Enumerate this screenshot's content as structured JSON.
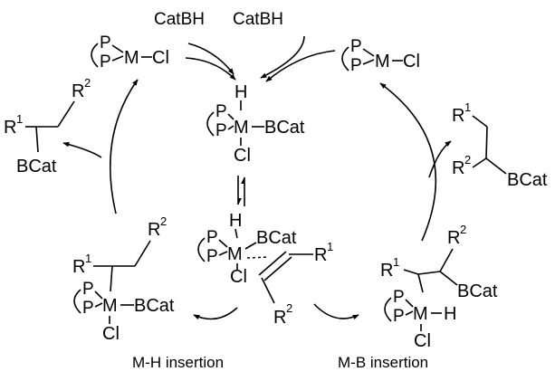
{
  "reagents": {
    "left": "CatBH",
    "right": "CatBH"
  },
  "atoms": {
    "P": "P",
    "M": "M",
    "H": "H",
    "Cl": "Cl",
    "BCat": "BCat",
    "R": "R",
    "one": "1",
    "two": "2"
  },
  "captions": {
    "mh": "M-H insertion",
    "mb": "M-B insertion"
  }
}
